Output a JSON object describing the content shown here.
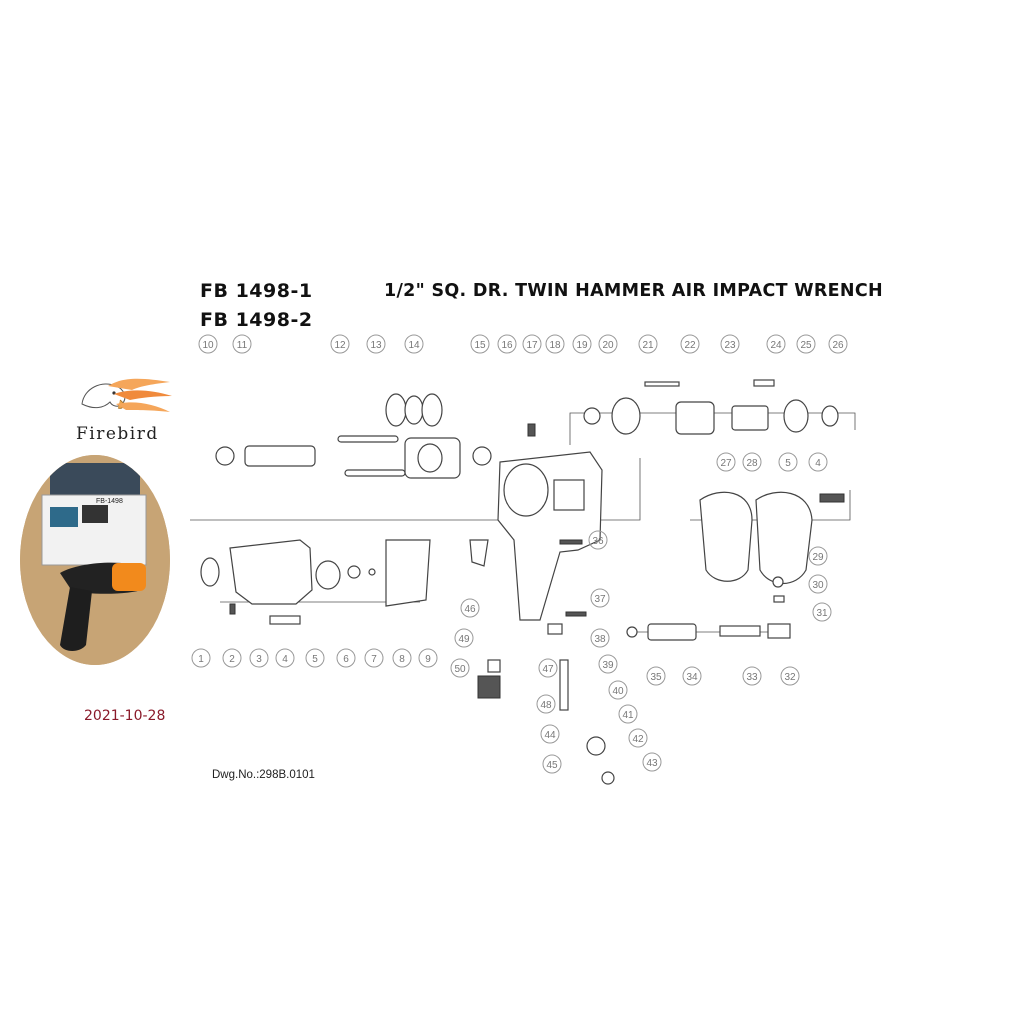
{
  "header": {
    "model_1": "FB 1498-1",
    "model_2": "FB 1498-2",
    "title": "1/2\" SQ. DR. TWIN HAMMER AIR IMPACT WRENCH"
  },
  "brand": {
    "name": "Firebird",
    "logo_icon": "eagle-head-logo"
  },
  "photo": {
    "box_label": "FB-1498",
    "icon": "air-impact-wrench-photo"
  },
  "date": "2021-10-28",
  "drawing_number": "Dwg.No.:298B.0101",
  "callouts": {
    "top_row": [
      "10",
      "11",
      "12",
      "13",
      "14",
      "15",
      "16",
      "17",
      "18",
      "19",
      "20",
      "21",
      "22",
      "23",
      "24",
      "25",
      "26"
    ],
    "bottom_row": [
      "1",
      "2",
      "3",
      "4",
      "5",
      "6",
      "7",
      "8",
      "9"
    ],
    "right_cluster": [
      "27",
      "28",
      "5",
      "4",
      "29",
      "30",
      "31"
    ],
    "lower_right": [
      "35",
      "34",
      "33",
      "32"
    ],
    "handle": [
      "36",
      "37",
      "38",
      "39",
      "40",
      "41",
      "42",
      "43",
      "44",
      "45",
      "46",
      "47",
      "48",
      "49",
      "50"
    ]
  },
  "colors": {
    "title": "#111111",
    "date": "#8a1a2a",
    "callout": "#777777",
    "tool_orange": "#f28a1c"
  }
}
